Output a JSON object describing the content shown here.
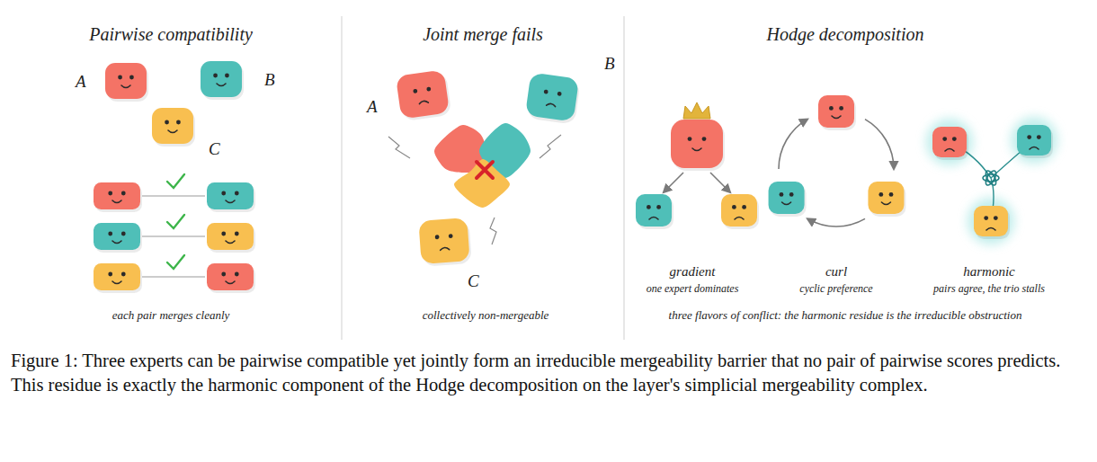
{
  "diagram": {
    "caption": "Figure 1: Three experts can be pairwise compatible yet jointly form an irreducible mergeability barrier that no pair of pairwise scores predicts. This residue is exactly the harmonic component of the Hodge decomposition on the layer's simplicial mergeability complex.",
    "nodes": [
      {
        "text": [
          "A"
        ]
      },
      {
        "text": [
          "B"
        ]
      },
      {
        "text": [
          "C"
        ]
      },
      {
        "text": [
          "A"
        ]
      },
      {
        "text": [
          "B"
        ]
      },
      {
        "text": [
          "C"
        ]
      }
    ],
    "labels": [
      "Pairwise compatibility",
      "Joint merge fails",
      "Hodge decomposition",
      "each pair merges cleanly",
      "collectively non-mergeable",
      "gradient",
      "one expert dominates",
      "curl",
      "cyclic preference",
      "harmonic",
      "pairs agree, the trio stalls",
      "three flavors of conflict: the harmonic residue is the irreducible obstruction"
    ]
  }
}
